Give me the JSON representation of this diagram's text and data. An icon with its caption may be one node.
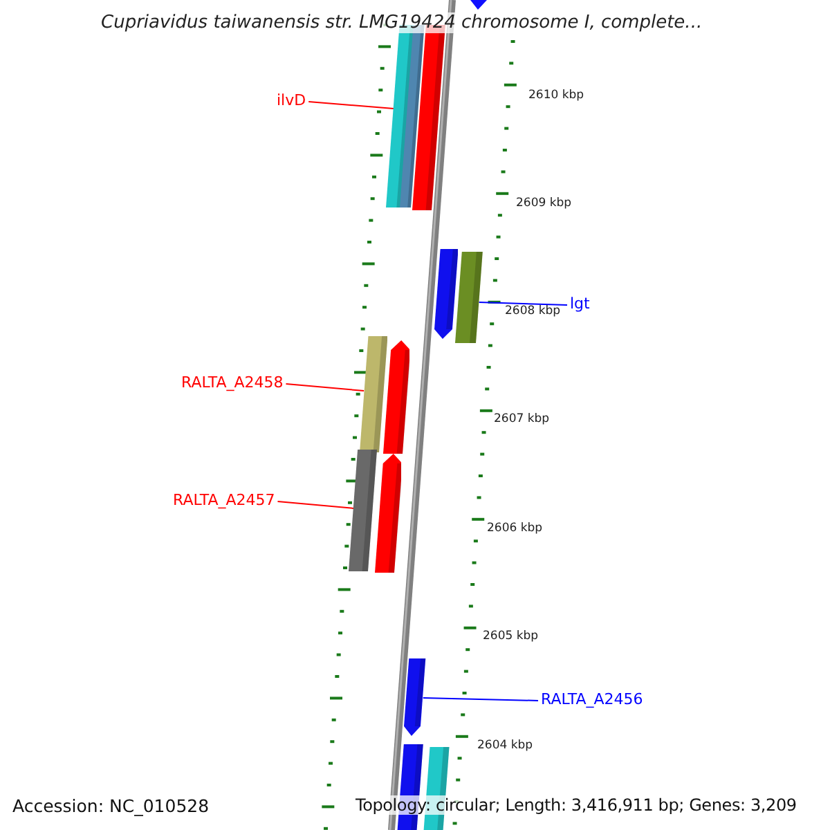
{
  "diagram": {
    "title": "Cupriavidus taiwanensis str. LMG19424 chromosome I, complete...",
    "nodes": [
      {
        "text": [],
        "shape": "bar"
      },
      {
        "text": [
          "ilvD"
        ]
      },
      {
        "text": [],
        "shape": "bar"
      },
      {
        "text": [],
        "shape": "bar"
      },
      {
        "text": [],
        "shape": "bar"
      },
      {
        "text": [],
        "shape": "bar"
      },
      {
        "text": [
          "lgt"
        ]
      },
      {
        "text": [],
        "shape": "bar"
      },
      {
        "text": [
          "RALTA_A2458"
        ]
      },
      {
        "text": [],
        "shape": "bar"
      },
      {
        "text": [],
        "shape": "bar"
      },
      {
        "text": [
          "RALTA_A2457"
        ]
      },
      {
        "text": [],
        "shape": "bar"
      },
      {
        "text": [],
        "shape": "bar"
      },
      {
        "text": [],
        "shape": "bar"
      },
      {
        "text": [
          "RALTA_A2456"
        ]
      },
      {
        "text": [],
        "shape": "bar"
      },
      {
        "text": [],
        "shape": "bar"
      }
    ],
    "edges": [
      {
        "from": 1,
        "to": 2,
        "arrow": "none"
      },
      {
        "from": 6,
        "to": 7,
        "arrow": "none",
        "color": "#0000ff"
      },
      {
        "from": 8,
        "to": 9,
        "arrow": "none"
      },
      {
        "from": 11,
        "to": 12,
        "arrow": "none"
      },
      {
        "from": 15,
        "to": 14,
        "arrow": "none",
        "color": "#0000ff"
      }
    ],
    "labels": [
      "2610 kbp",
      "2609 kbp",
      "2608 kbp",
      "2607 kbp",
      "2606 kbp",
      "2605 kbp",
      "2604 kbp",
      "Accession: NC_010528",
      "Topology: circular; Length: 3,416,911 bp; Genes: 3,209"
    ]
  }
}
